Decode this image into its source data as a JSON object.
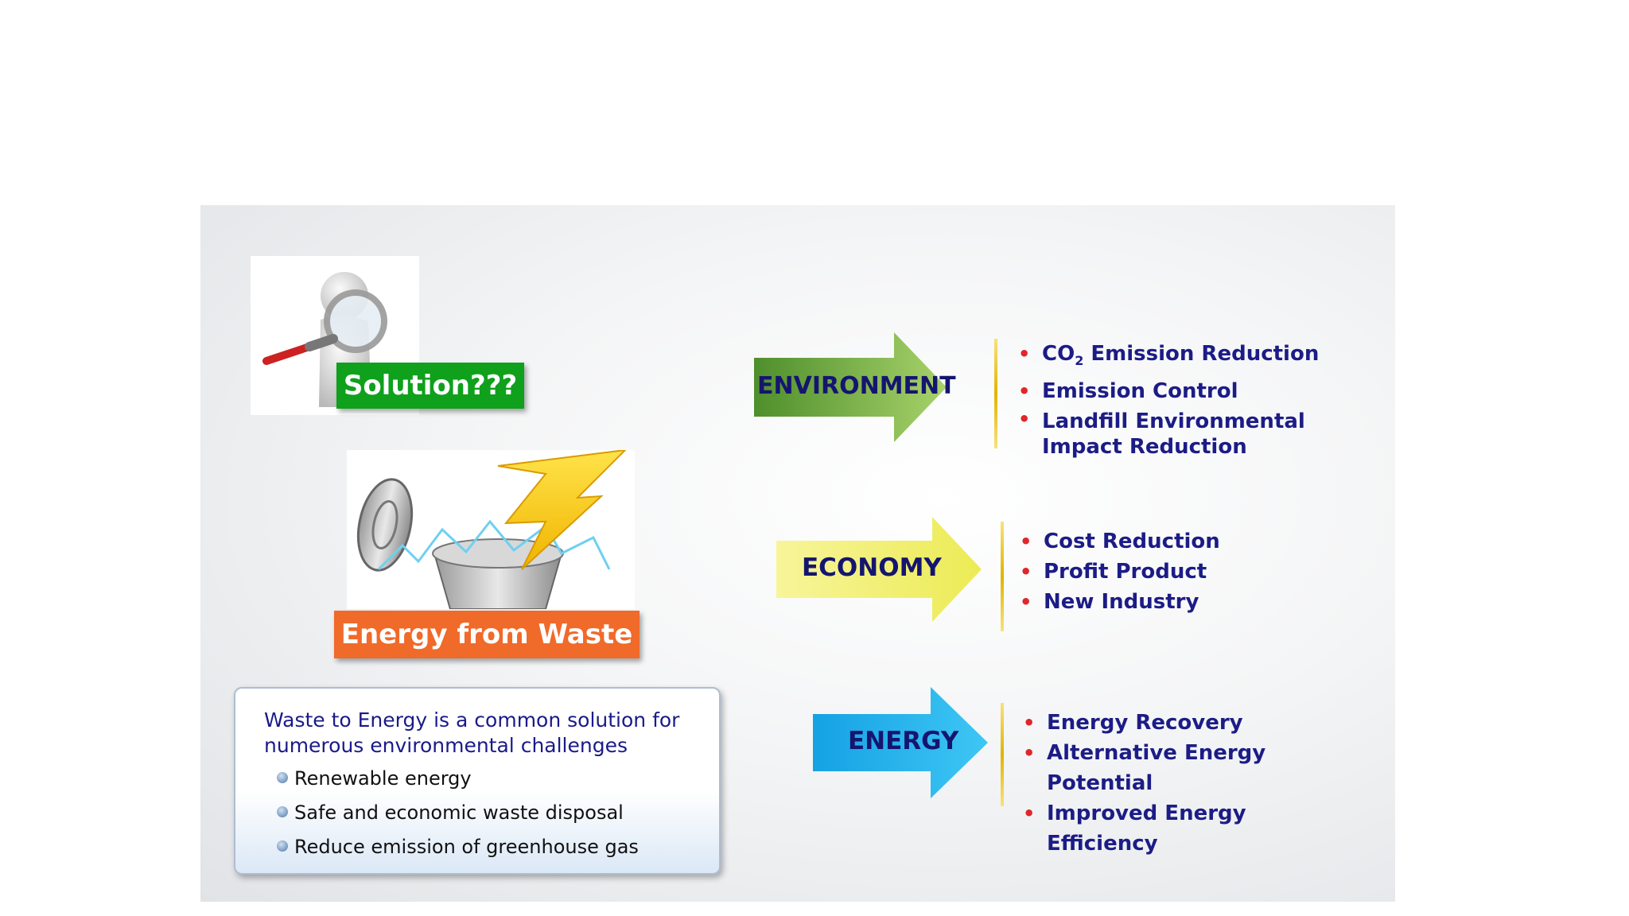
{
  "left_panel": {
    "solution_label": "Solution???",
    "efw_label": "Energy from Waste",
    "summary": {
      "title": "Waste to Energy is a common solution for numerous environmental challenges",
      "items": [
        "Renewable energy",
        "Safe and economic waste disposal",
        "Reduce emission of greenhouse gas"
      ]
    }
  },
  "categories": [
    {
      "label": "ENVIRONMENT",
      "color": "#5a9e2f",
      "items": [
        {
          "prefix": "CO",
          "sub": "2",
          "text": " Emission Reduction"
        },
        {
          "text": "Emission Control"
        },
        {
          "text": "Landfill Environmental Impact Reduction"
        }
      ]
    },
    {
      "label": "ECONOMY",
      "color": "#f4f27a",
      "items": [
        {
          "text": "Cost Reduction"
        },
        {
          "text": "Profit Product"
        },
        {
          "text": "New Industry"
        }
      ]
    },
    {
      "label": "ENERGY",
      "color": "#12a8e8",
      "items": [
        {
          "text": "Energy Recovery"
        },
        {
          "text": "Alternative Energy Potential"
        },
        {
          "text": "Improved Energy Efficiency"
        }
      ]
    }
  ],
  "colors": {
    "bullet": "#e0262a",
    "text": "#1c1c86",
    "solution_green": "#0fa01c",
    "efw_orange": "#f06a2a"
  }
}
